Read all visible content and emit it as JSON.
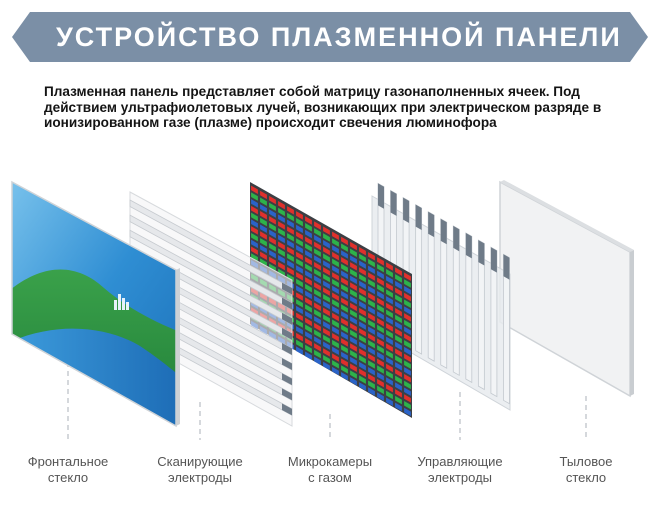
{
  "header": {
    "title": "УСТРОЙСТВО ПЛАЗМЕННОЙ ПАНЕЛИ"
  },
  "intro": {
    "text": "Плазменная панель представляет собой матрицу газонаполненных ячеек. Под действием ультрафиолетовых лучей, возникающих при электрическом разряде в ионизированном газе (плазме) происходит свечения люминофора"
  },
  "layers": [
    {
      "line1": "Фронтальное",
      "line2": "стекло"
    },
    {
      "line1": "Сканирующие",
      "line2": "электроды"
    },
    {
      "line1": "Микрокамеры",
      "line2": "с газом"
    },
    {
      "line1": "Управляющие",
      "line2": "электроды"
    },
    {
      "line1": "Тыловое",
      "line2": "стекло"
    }
  ],
  "colors": {
    "banner": "#7b8fa6",
    "phosphor_red": "#e0302c",
    "phosphor_green": "#2db34a",
    "phosphor_blue": "#2a63c8",
    "electrode": "#6f7b88"
  }
}
